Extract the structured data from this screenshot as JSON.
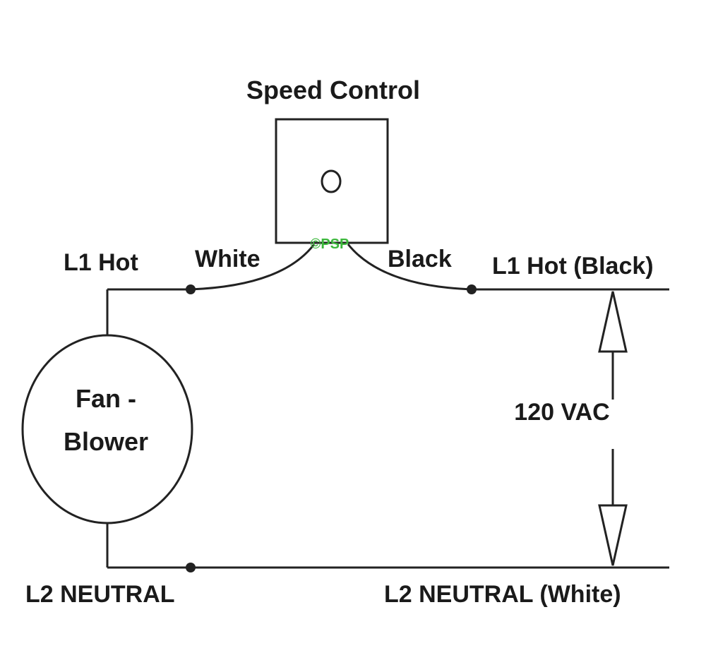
{
  "labels": {
    "speed_control": "Speed Control",
    "l1_hot_left": "L1 Hot",
    "white": "White",
    "black": "Black",
    "l1_hot_right": "L1 Hot (Black)",
    "fan_line1": "Fan -",
    "fan_line2": "Blower",
    "voltage": "120 VAC",
    "l2_neutral_left": "L2 NEUTRAL",
    "l2_neutral_right": "L2 NEUTRAL (White)",
    "watermark": "©PSP"
  },
  "colors": {
    "line": "#222222",
    "text": "#1a1a1a",
    "watermark": "#3cb83c"
  }
}
